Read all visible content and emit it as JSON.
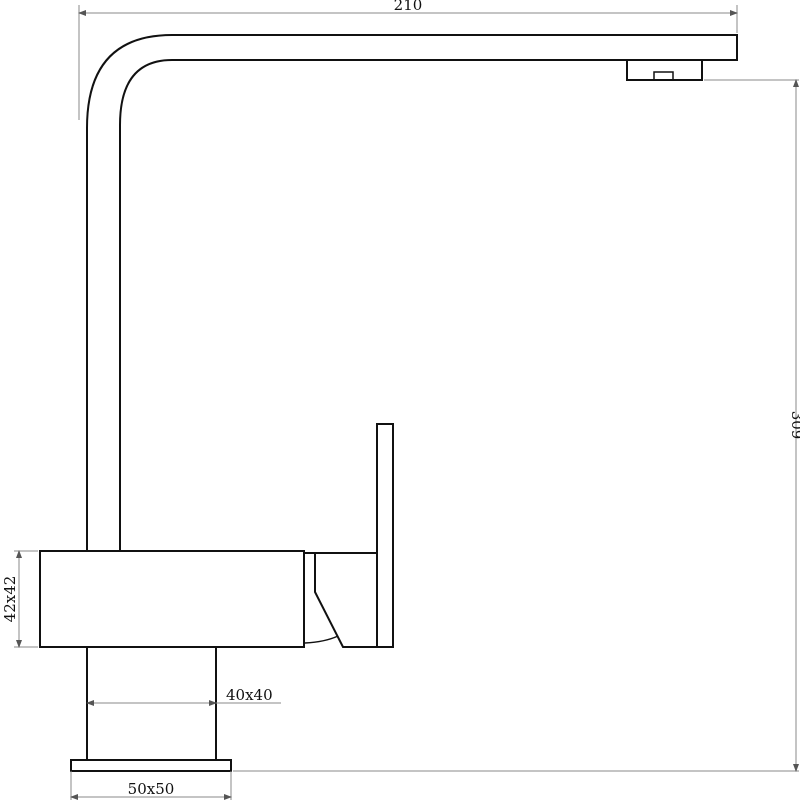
{
  "drawing": {
    "subject": "faucet",
    "dimensions": {
      "spout_reach": "210",
      "height": "309",
      "body_section": "42x42",
      "stem_section": "40x40",
      "base_section": "50x50"
    }
  }
}
